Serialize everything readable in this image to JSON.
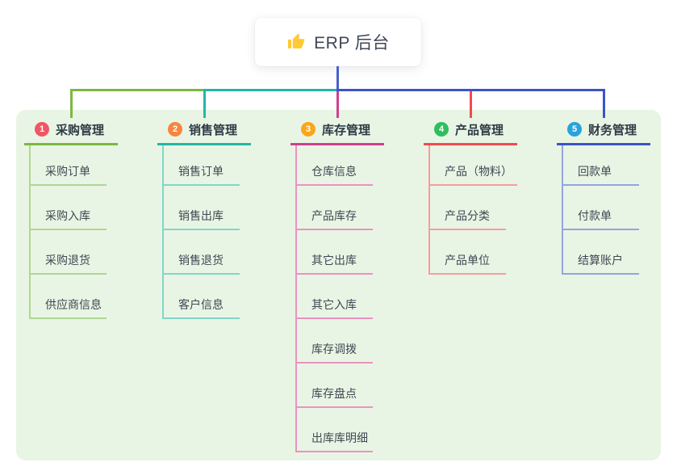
{
  "root": {
    "title": "ERP 后台",
    "icon": "thumbs-up-icon",
    "line_color": "#4a5fd0"
  },
  "panel": {
    "background": "#e9f5e4"
  },
  "branches": [
    {
      "badge": "1",
      "label": "采购管理",
      "badge_color": "#f25565",
      "line_color": "#7cb842",
      "child_line_color": "#afd792",
      "children": [
        "采购订单",
        "采购入库",
        "采购退货",
        "供应商信息"
      ]
    },
    {
      "badge": "2",
      "label": "销售管理",
      "badge_color": "#f8853e",
      "line_color": "#22b7a6",
      "child_line_color": "#82d5ca",
      "children": [
        "销售订单",
        "销售出库",
        "销售退货",
        "客户信息"
      ]
    },
    {
      "badge": "3",
      "label": "库存管理",
      "badge_color": "#faa61a",
      "line_color": "#d0408e",
      "child_line_color": "#ea92c2",
      "children": [
        "仓库信息",
        "产品库存",
        "其它出库",
        "其它入库",
        "库存调拨",
        "库存盘点",
        "出库库明细"
      ]
    },
    {
      "badge": "4",
      "label": "产品管理",
      "badge_color": "#2ebe60",
      "line_color": "#f4494f",
      "child_line_color": "#f89c9e",
      "children": [
        "产品（物料）",
        "产品分类",
        "产品单位"
      ]
    },
    {
      "badge": "5",
      "label": "财务管理",
      "badge_color": "#29a3dc",
      "line_color": "#3b55c3",
      "child_line_color": "#93a5df",
      "children": [
        "回款单",
        "付款单",
        "结算账户"
      ]
    }
  ]
}
